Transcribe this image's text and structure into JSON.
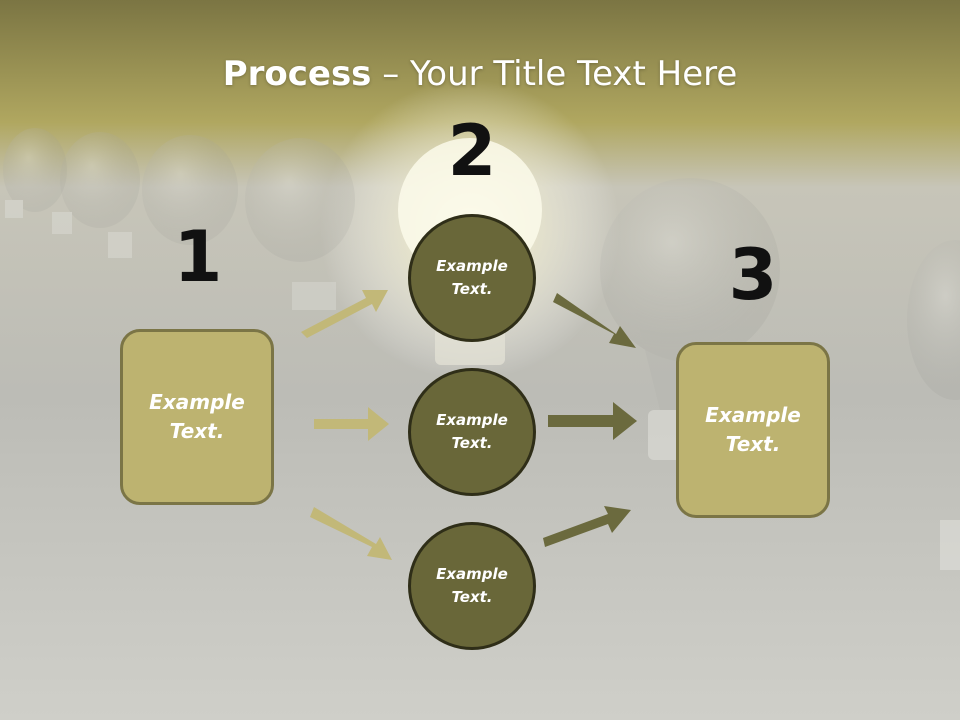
{
  "title": {
    "bold": "Process",
    "rest": " – Your Title Text Here"
  },
  "steps": [
    {
      "number": "1",
      "text": "Example\nText."
    },
    {
      "number": "2",
      "text": ""
    },
    {
      "number": "3",
      "text": "Example\nText."
    }
  ],
  "circles": [
    {
      "text": "Example\nText."
    },
    {
      "text": "Example\nText."
    },
    {
      "text": "Example\nText."
    }
  ],
  "colors": {
    "box_fill": "#bdb370",
    "circle_fill": "#696739",
    "arrow_light": "#c2b878",
    "arrow_dark": "#6b6a3e"
  }
}
